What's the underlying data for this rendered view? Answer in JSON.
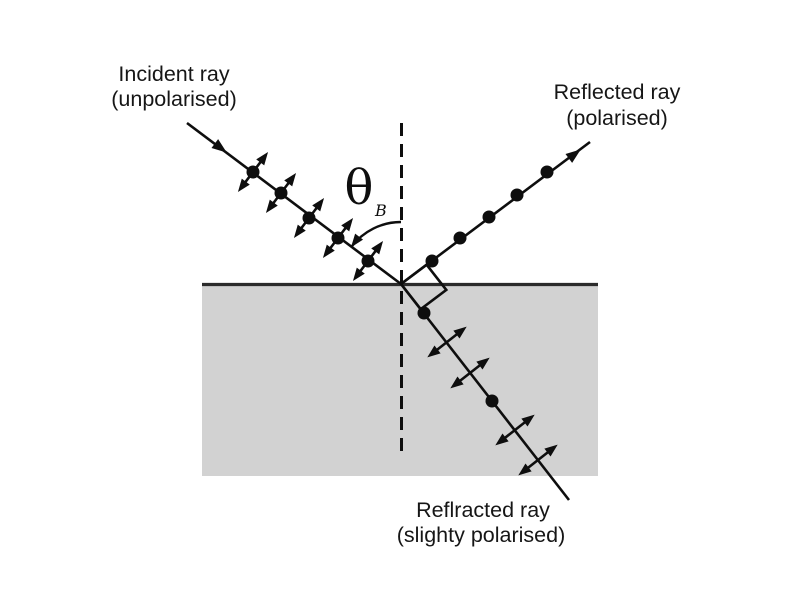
{
  "figure": {
    "type": "physics-optics-brewster-angle-diagram",
    "colors": {
      "background": "#ffffff",
      "ink": "#0e0e0e",
      "medium_fill": "#d2d2d2",
      "surface_line": "#2b2b2b",
      "label_text": "#161616"
    }
  },
  "labels": {
    "incident": {
      "line1": "Incident ray",
      "line2": "(unpolarised)"
    },
    "reflected": {
      "line1": "Reflected ray",
      "line2": "(polarised)"
    },
    "refracted": {
      "line1": "Reflracted ray",
      "line2": "(slighty polarised)"
    },
    "angle": {
      "symbol": "θ",
      "subscript": "B"
    }
  },
  "legend_semantics": {
    "dot_marker": "polarization perpendicular to page",
    "double_arrow_marker": "polarization in plane of page",
    "dashed_line": "normal to surface",
    "square_marker": "right angle between reflected and refracted rays"
  }
}
